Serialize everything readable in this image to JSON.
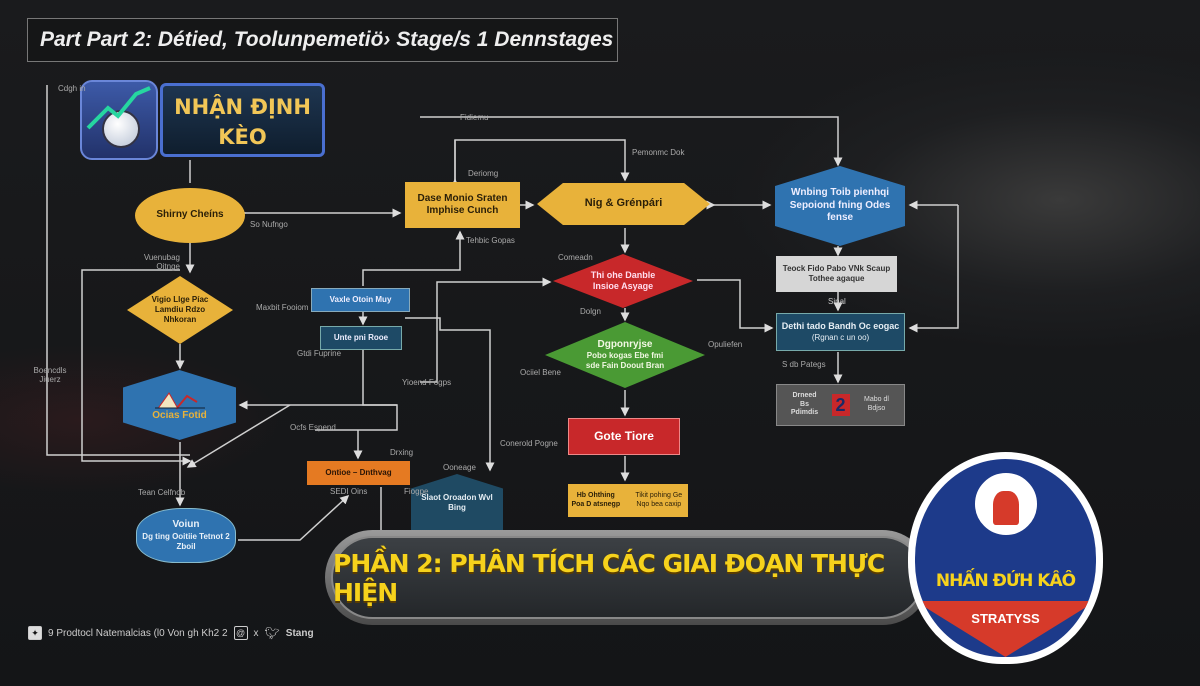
{
  "title": "Part Part 2: Détied, Toolunpemetiö› Stage/s 1 Dennstages",
  "logo": {
    "line1": "NHẬN ĐỊNH",
    "line2": "KÈO"
  },
  "nodes": {
    "ellipse": "Shirny Cheíns",
    "yellow_rect": "Dase Monio Sraten Imphise Cunch",
    "yellow_hex": "Nig & Grénpári",
    "blue_hex": "Wnbing Toib pienhqi Sepoiond fning Odes fense",
    "white_box": "Teock Fido Pabo VNk Scaup Tothee agaque",
    "dark_box": "Dethi tado Bandh Oc eogac",
    "dark_box_sub": "(Rgnan c un oo)",
    "gray_box_left": "Drneed Bs Pdimdis",
    "gray_box_num": "2",
    "gray_box_right": "Mabo dl Bdjso",
    "red_diamond": "Thi ohe Danble Insioe Asyage",
    "green_diamond_title": "Dgponryjse",
    "green_diamond_body": "Pobo kogas Ebe fmi sde Fain Doout Bran",
    "red_rect": "Gote Tiore",
    "yellow_bottom_left": "Hb Ohthing Poa D atsnegp",
    "yellow_bottom_right": "Tikit pohing Ge Nqo bea caxip",
    "yellow_diamond": "Vigio Llge Píac Lamdiu Rdzo Nhkoran",
    "blue_hex_left": "Ocias Fotid",
    "cloud_title": "Voiun",
    "cloud_body": "Dg ting Ooitiie Tetnot 2 Zboil",
    "blue_box": "Vaxle Otoin Muy",
    "dark_small_box": "Unte pni Rooe",
    "orange_box": "Ontioe – Dnthvag",
    "dark_hex": "Slaot Oroadon Wvl Bing"
  },
  "labels": [
    "Cdgh in",
    "Fidiemu",
    "Pemonmc Dok",
    "Deriomg",
    "So Nufngo",
    "Tehbic Gopas",
    "Vuenubag Oitnge",
    "Maxbit Fooiom",
    "Comeadn",
    "Dolgn",
    "Opuliefen",
    "Ociiel Bene",
    "Yioend Fogps",
    "Gtdi Fuprine",
    "Ocfs Espend",
    "Drxing",
    "Ooneage",
    "SEDI Oins",
    "Fiogpe",
    "Conerold Pogne",
    "Tean Celfnob",
    "Boencdls Jiuerz",
    "Sinal",
    "S db Pategs"
  ],
  "banner": "PHẦN 2: PHÂN TÍCH CÁC GIAI ĐOẠN THỰC HIỆN",
  "shield": {
    "name": "NHẤN ĐỨH KÂÔ",
    "sub": "STRATYSS"
  },
  "footer": {
    "text": "9 Prodtocl Natemalcias (l0 Von gh Kh2 2",
    "x": "x",
    "tail": "Stang"
  },
  "colors": {
    "yellow": "#e8b23a",
    "blue": "#2f73b0",
    "red": "#c8282a",
    "green": "#4a9a34",
    "orange": "#e57a22",
    "banner_text": "#f6d21c"
  }
}
